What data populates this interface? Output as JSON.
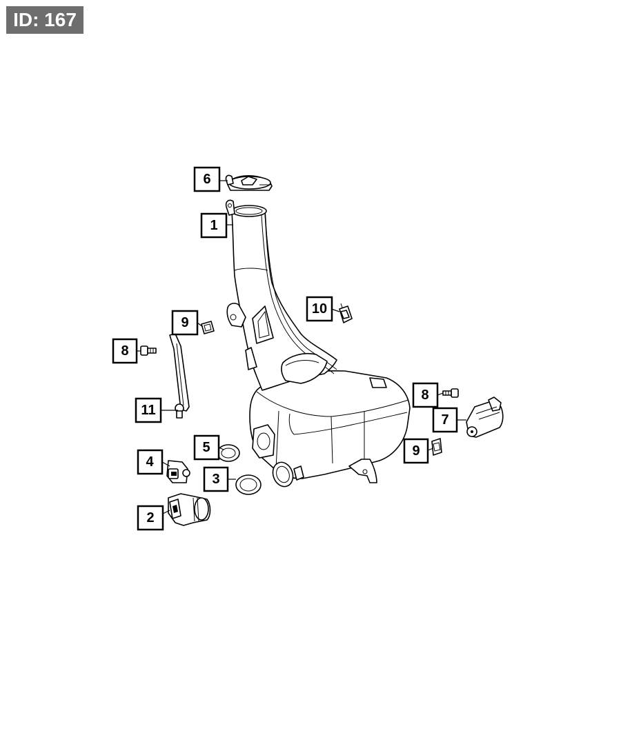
{
  "id_label": "ID: 167",
  "callouts": [
    {
      "key": "c6",
      "label": "6"
    },
    {
      "key": "c1",
      "label": "1"
    },
    {
      "key": "c10",
      "label": "10"
    },
    {
      "key": "c9a",
      "label": "9"
    },
    {
      "key": "c8a",
      "label": "8"
    },
    {
      "key": "c11",
      "label": "11"
    },
    {
      "key": "c5",
      "label": "5"
    },
    {
      "key": "c4",
      "label": "4"
    },
    {
      "key": "c3",
      "label": "3"
    },
    {
      "key": "c2",
      "label": "2"
    },
    {
      "key": "c8b",
      "label": "8"
    },
    {
      "key": "c7",
      "label": "7"
    },
    {
      "key": "c9b",
      "label": "9"
    }
  ]
}
